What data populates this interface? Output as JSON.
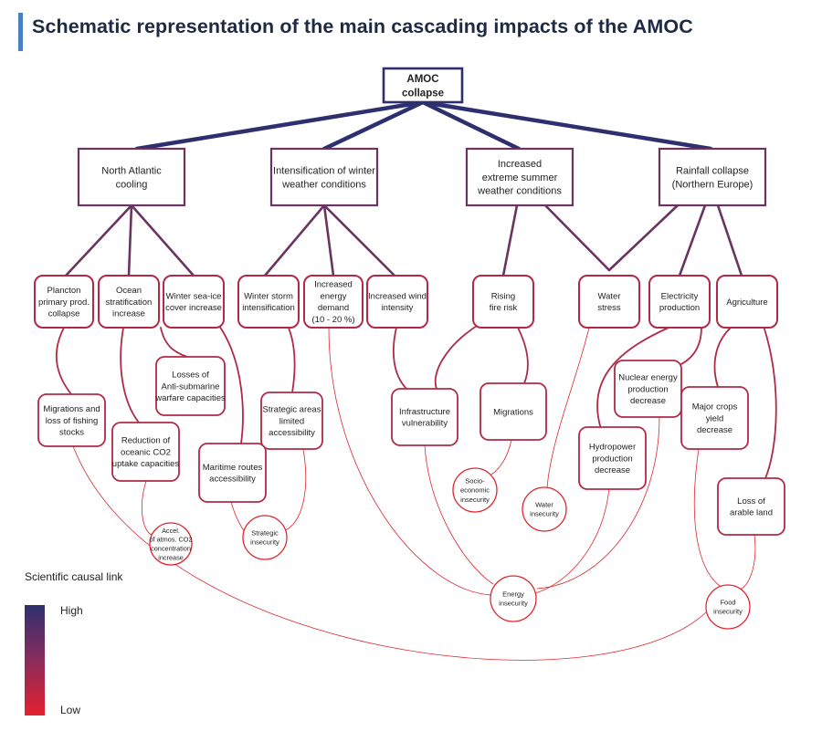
{
  "title": "Schematic representation of the main cascading impacts of the AMOC",
  "legend": {
    "title": "Scientific causal link",
    "high": "High",
    "low": "Low",
    "colors": {
      "high": "#2e2f6e",
      "low": "#e4202f"
    }
  },
  "colors": {
    "navy": "#2e2f6e",
    "purple": "#6a3460",
    "crimson": "#b02a45",
    "red": "#e0252f",
    "title_accent": "#4a7fc1",
    "title_text": "#1e2a44"
  },
  "nodes": {
    "amoc": [
      "AMOC",
      "collapse"
    ],
    "north_atlantic": [
      "North Atlantic",
      "cooling"
    ],
    "winter_weather": [
      "Intensification of winter",
      "weather conditions"
    ],
    "summer_weather": [
      "Increased",
      "extreme summer",
      "weather conditions"
    ],
    "rainfall": [
      "Rainfall collapse",
      "(Northern Europe)"
    ],
    "plancton": [
      "Plancton",
      "primary prod.",
      "collapse"
    ],
    "ocean_strat": [
      "Ocean",
      "stratification",
      "increase"
    ],
    "sea_ice": [
      "Winter sea-ice",
      "cover increase"
    ],
    "storm": [
      "Winter storm",
      "intensification"
    ],
    "energy_demand": [
      "Increased",
      "energy",
      "demand",
      "(10 - 20 %)"
    ],
    "wind": [
      "Increased wind",
      "intensity"
    ],
    "fire": [
      "Rising",
      "fire risk"
    ],
    "water_stress": [
      "Water",
      "stress"
    ],
    "electricity": [
      "Electricity",
      "production"
    ],
    "agriculture": [
      "Agriculture"
    ],
    "migrations_fishing": [
      "Migrations and",
      "loss of fishing",
      "stocks"
    ],
    "losses_antisub": [
      "Losses of",
      "Anti-submarine",
      "warfare capacities"
    ],
    "reduction_co2": [
      "Reduction of",
      "oceanic CO2",
      "uptake capacities"
    ],
    "strategic_areas": [
      "Strategic areas",
      "limited",
      "accessibility"
    ],
    "maritime_routes": [
      "Maritime routes",
      "accessibility"
    ],
    "infrastructure": [
      "Infrastructure",
      "vulnerability"
    ],
    "migrations": [
      "Migrations"
    ],
    "nuclear": [
      "Nuclear energy",
      "production",
      "decrease"
    ],
    "major_crops": [
      "Major crops",
      "yield",
      "decrease"
    ],
    "hydropower": [
      "Hydropower",
      "production",
      "decrease"
    ],
    "arable_land": [
      "Loss of",
      "arable land"
    ],
    "accel_co2": [
      "Accel.",
      "of atmos. CO2",
      "concentration",
      "increase"
    ],
    "strategic_insecurity": [
      "Strategic",
      "insecurity"
    ],
    "socio_economic": [
      "Socio-",
      "economic",
      "insecurity"
    ],
    "water_insecurity": [
      "Water",
      "insecurity"
    ],
    "energy_insecurity": [
      "Energy",
      "insecurity"
    ],
    "food_insecurity": [
      "Food",
      "insecurity"
    ]
  }
}
